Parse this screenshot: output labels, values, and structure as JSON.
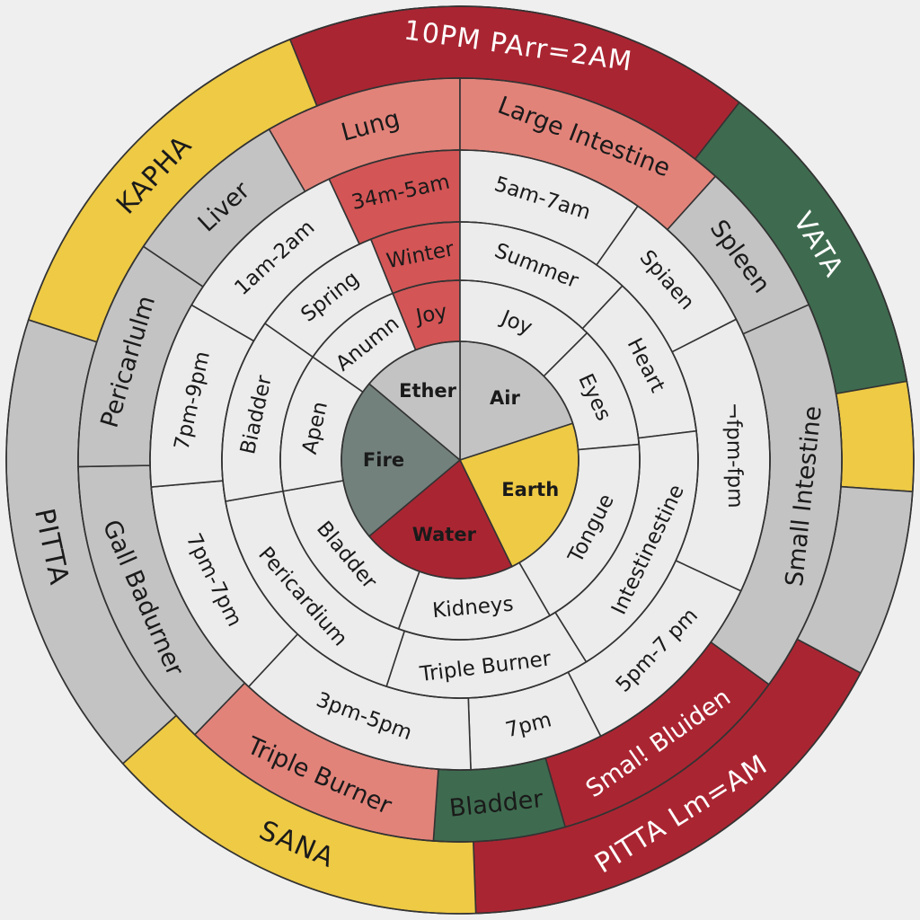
{
  "colors": {
    "green": "#3e6b4f",
    "gray": "#c3c3c3",
    "yellow": "#eeca45",
    "red": "#aa2532",
    "salmon": "#e2837a",
    "pale": "#ececec",
    "slate": "#73817d",
    "core_red": "#d45556"
  },
  "dosha_ring": [
    {
      "label": "KAPHA",
      "fill": "gray",
      "text": "dark"
    },
    {
      "label": "PITTA",
      "fill": "yellow",
      "text": "dark"
    },
    {
      "label": "",
      "fill": "gray",
      "text": "dark"
    },
    {
      "label": "PITTA Lm=AM",
      "fill": "red",
      "text": "light"
    },
    {
      "label": "SANA",
      "fill": "yellow",
      "text": "dark"
    },
    {
      "label": "PITTA",
      "fill": "gray",
      "text": "dark"
    },
    {
      "label": "KAPHA",
      "fill": "yellow",
      "text": "dark"
    },
    {
      "label": "10PM PArr=2AM",
      "fill": "red",
      "text": "light"
    },
    {
      "label": "VATA",
      "fill": "green",
      "text": "light"
    }
  ],
  "organ_ring": [
    {
      "label": "Lung",
      "fill": "salmon",
      "text": "dark"
    },
    {
      "label": "Large Intestine",
      "fill": "salmon",
      "text": "dark"
    },
    {
      "label": "Spleen",
      "fill": "gray",
      "text": "dark"
    },
    {
      "label": "Small Intestine",
      "fill": "gray",
      "text": "dark"
    },
    {
      "label": "Smal! Bluiden",
      "fill": "red",
      "text": "light"
    },
    {
      "label": "Bladder",
      "fill": "green",
      "text": "dark"
    },
    {
      "label": "Triple Burner",
      "fill": "salmon",
      "text": "dark"
    },
    {
      "label": "Gall Badurner",
      "fill": "gray",
      "text": "dark"
    },
    {
      "label": "Pericarlulm",
      "fill": "gray",
      "text": "dark"
    },
    {
      "label": "Liver",
      "fill": "gray",
      "text": "dark"
    }
  ],
  "time_ring": [
    {
      "label": "34m-5am",
      "fill": "core_red",
      "text": "dark"
    },
    {
      "label": "5am-7am",
      "fill": "pale",
      "text": "dark"
    },
    {
      "label": "Spiaen",
      "fill": "pale",
      "text": "dark"
    },
    {
      "label": "¬fpm-fpm",
      "fill": "pale",
      "text": "dark"
    },
    {
      "label": "5pm-7 pm",
      "fill": "pale",
      "text": "dark"
    },
    {
      "label": "7pm",
      "fill": "pale",
      "text": "dark"
    },
    {
      "label": "3pm-5pm",
      "fill": "pale",
      "text": "dark"
    },
    {
      "label": "7pm-7pm",
      "fill": "pale",
      "text": "dark"
    },
    {
      "label": "7pm-9pm",
      "fill": "pale",
      "text": "dark"
    },
    {
      "label": "1am-2am",
      "fill": "pale",
      "text": "dark"
    }
  ],
  "season_ring": [
    {
      "label": "Winter",
      "fill": "core_red",
      "text": "dark"
    },
    {
      "label": "Summer",
      "fill": "pale",
      "text": "dark"
    },
    {
      "label": "Heart",
      "fill": "pale",
      "text": "dark"
    },
    {
      "label": "Intestinestine",
      "fill": "pale",
      "text": "dark"
    },
    {
      "label": "Triple Burner",
      "fill": "pale",
      "text": "dark"
    },
    {
      "label": "Pericardium",
      "fill": "pale",
      "text": "dark"
    },
    {
      "label": "Biadder",
      "fill": "pale",
      "text": "dark"
    },
    {
      "label": "Spring",
      "fill": "pale",
      "text": "dark"
    }
  ],
  "emotion_ring": [
    {
      "label": "Joy",
      "fill": "core_red",
      "text": "dark"
    },
    {
      "label": "Joy",
      "fill": "pale",
      "text": "dark"
    },
    {
      "label": "Eyes",
      "fill": "pale",
      "text": "dark"
    },
    {
      "label": "Tongue",
      "fill": "pale",
      "text": "dark"
    },
    {
      "label": "Kidneys",
      "fill": "pale",
      "text": "dark"
    },
    {
      "label": "Bladder",
      "fill": "pale",
      "text": "dark"
    },
    {
      "label": "Apen",
      "fill": "pale",
      "text": "dark"
    },
    {
      "label": "Anumn",
      "fill": "pale",
      "text": "dark"
    }
  ],
  "elements": [
    {
      "label": "Air",
      "fill": "gray",
      "text": "dark"
    },
    {
      "label": "Earth",
      "fill": "yellow",
      "text": "dark"
    },
    {
      "label": "Water",
      "fill": "red",
      "text": "dark"
    },
    {
      "label": "Fire",
      "fill": "slate",
      "text": "dark"
    },
    {
      "label": "Ether",
      "fill": "gray",
      "text": "dark"
    }
  ]
}
